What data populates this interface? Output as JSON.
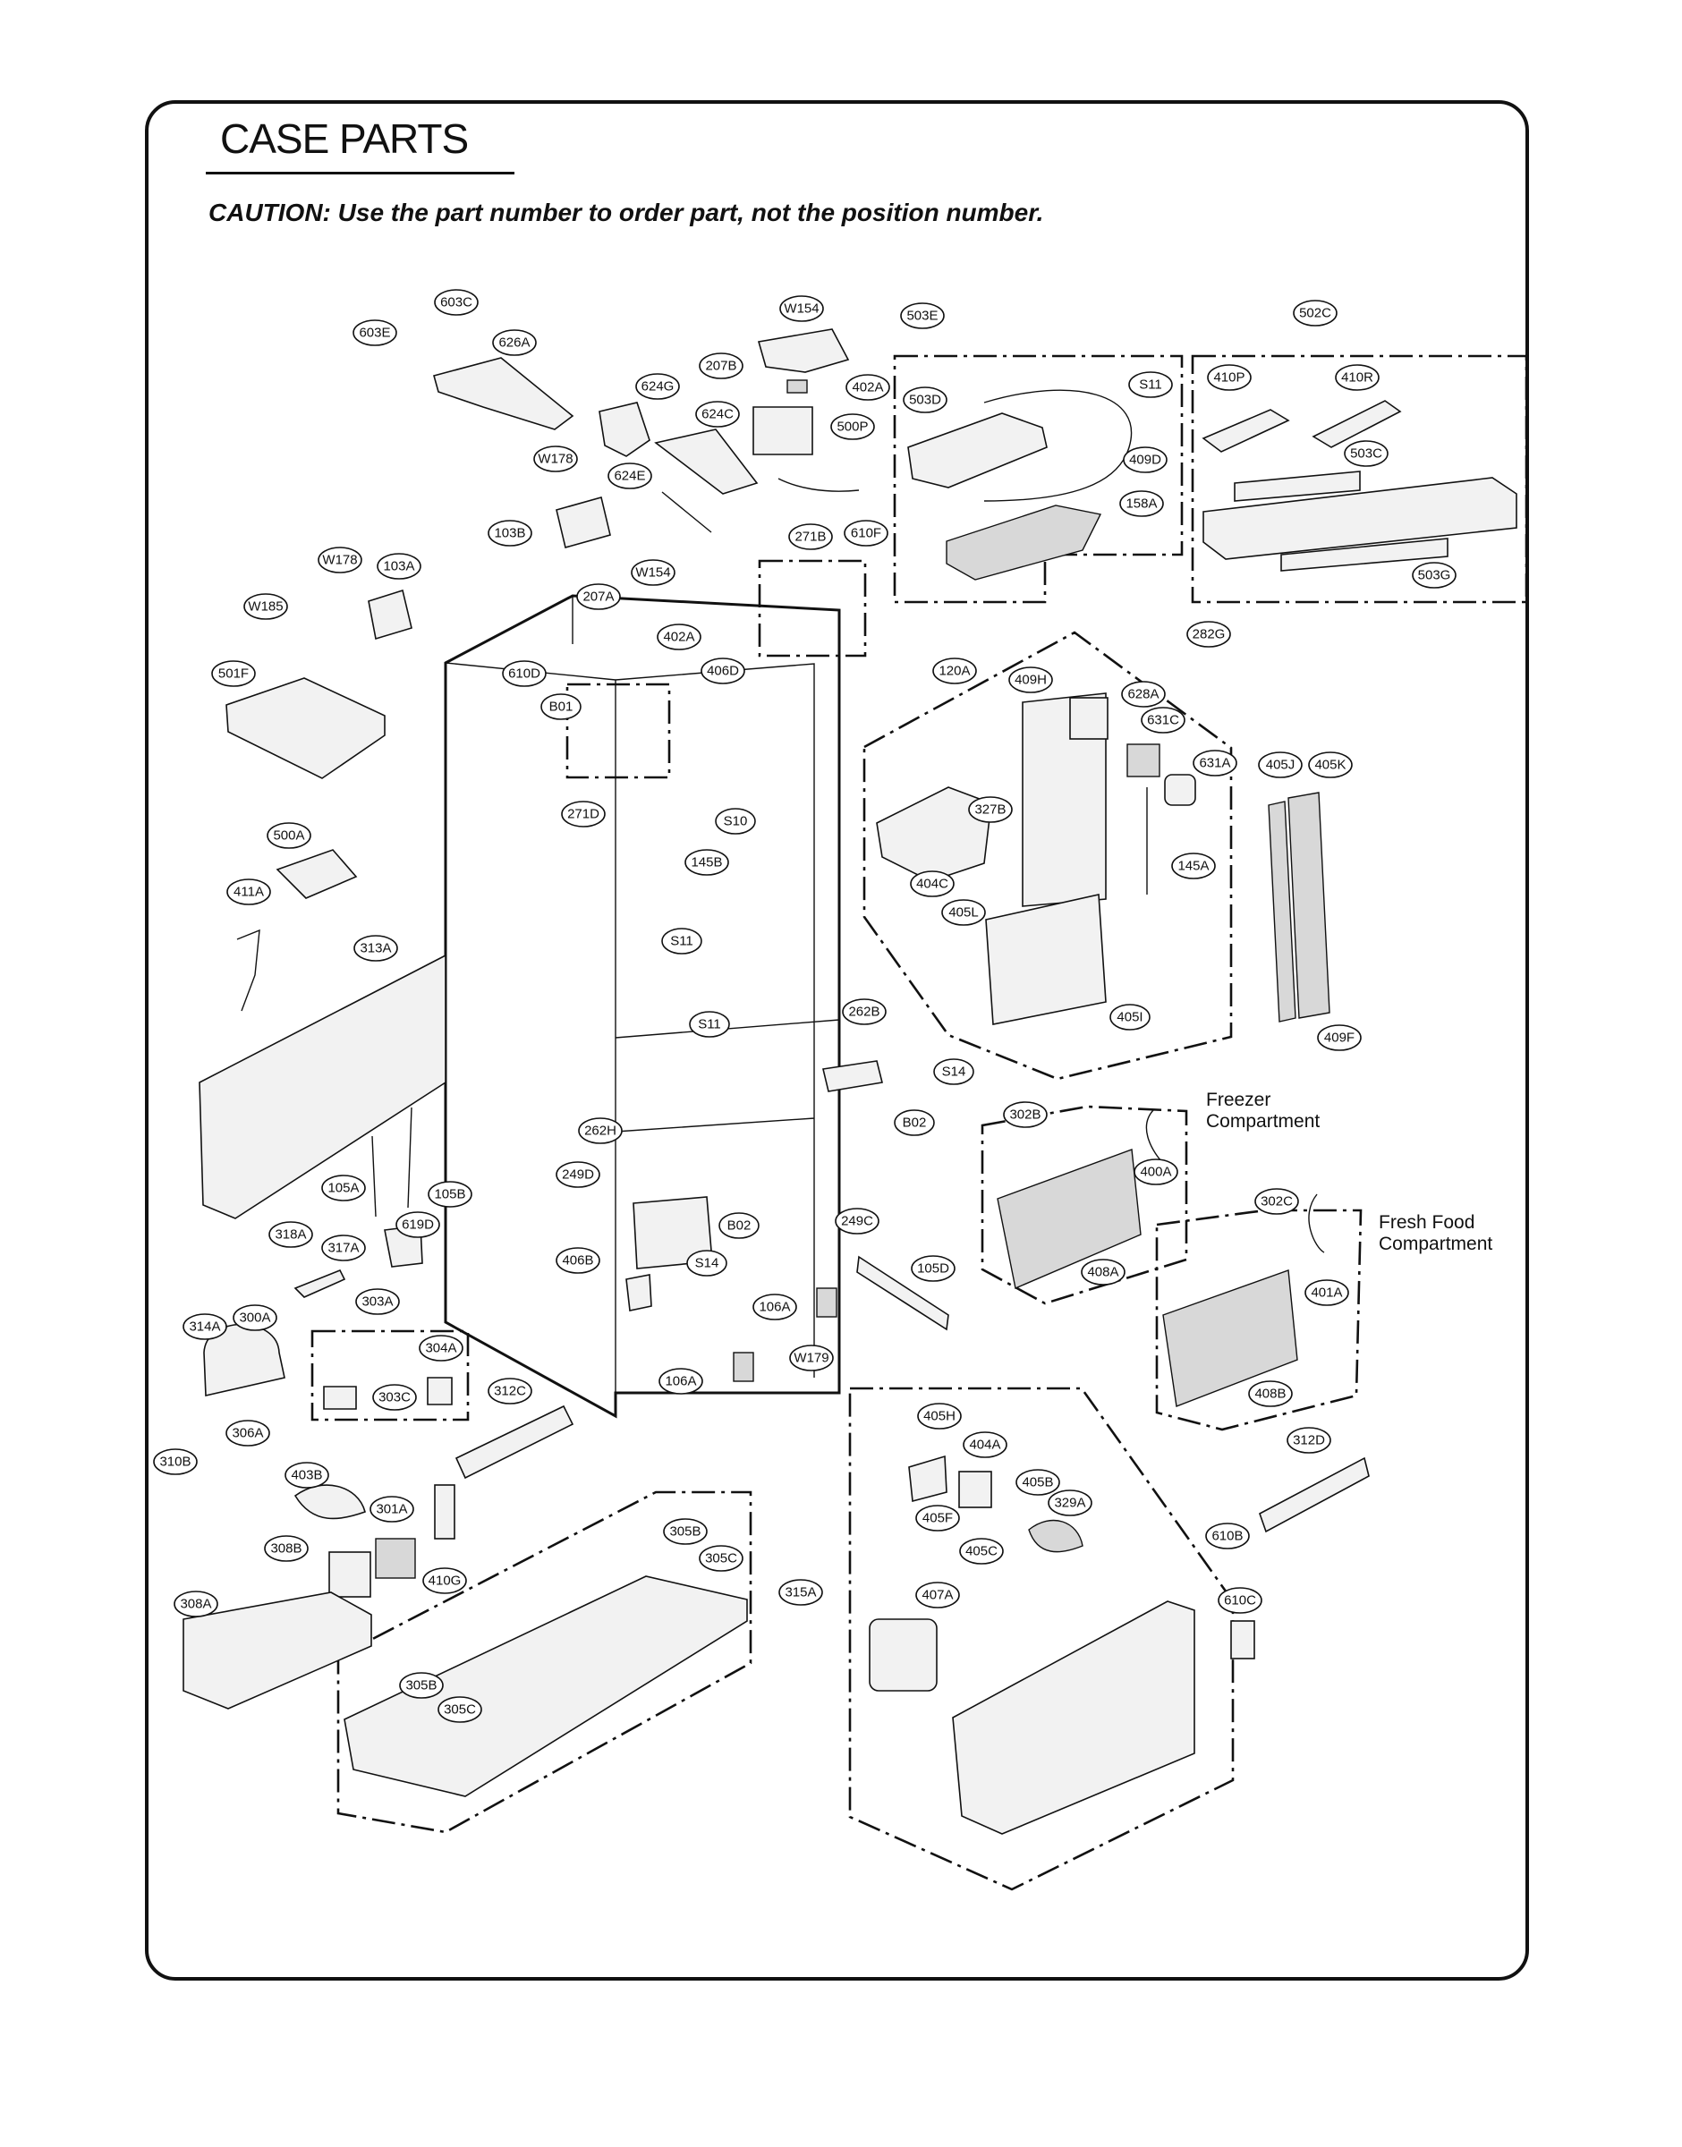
{
  "title": "CASE PARTS",
  "caution": "CAUTION: Use the part number to order part, not the position number.",
  "compartment_labels": {
    "freezer_line1": "Freezer",
    "freezer_line2": "Compartment",
    "fresh_food_line1": "Fresh Food",
    "fresh_food_line2": "Compartment"
  },
  "callouts": [
    "603C",
    "603E",
    "626A",
    "W154",
    "207B",
    "402A",
    "624G",
    "624C",
    "500P",
    "W178",
    "624E",
    "103B",
    "610F",
    "503E",
    "503D",
    "S11",
    "409D",
    "158A",
    "502C",
    "410P",
    "410R",
    "503C",
    "503G",
    "W178",
    "103A",
    "W154",
    "207A",
    "271B",
    "W185",
    "402A",
    "406D",
    "501F",
    "610D",
    "B01",
    "271D",
    "282G",
    "120A",
    "409H",
    "628A",
    "631C",
    "631A",
    "405J",
    "405K",
    "S10",
    "327B",
    "500A",
    "145B",
    "404C",
    "405L",
    "145A",
    "411A",
    "S11",
    "313A",
    "S11",
    "405I",
    "409F",
    "262B",
    "S14",
    "B02",
    "302B",
    "400A",
    "262H",
    "249D",
    "105A",
    "105B",
    "B02",
    "249C",
    "318A",
    "619D",
    "317A",
    "406B",
    "S14",
    "105D",
    "302C",
    "401A",
    "303A",
    "314A",
    "300A",
    "106A",
    "304A",
    "W179",
    "106A",
    "303C",
    "312C",
    "408A",
    "408B",
    "306A",
    "310B",
    "405H",
    "404A",
    "405B",
    "403B",
    "405F",
    "405C",
    "329A",
    "301A",
    "308B",
    "410G",
    "305B",
    "305C",
    "315A",
    "312D",
    "610B",
    "610C",
    "407A",
    "308A",
    "305B",
    "305C"
  ]
}
